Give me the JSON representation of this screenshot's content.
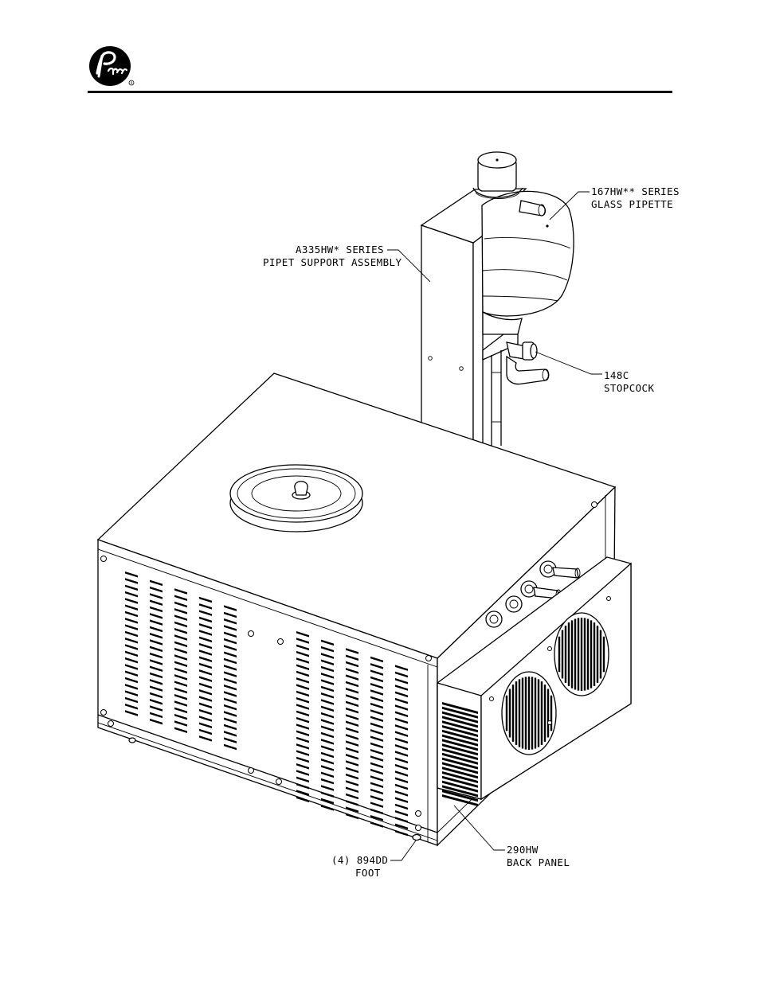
{
  "header": {
    "logo_text": "Parr"
  },
  "callouts": {
    "pipette": {
      "line1": "167HW** SERIES",
      "line2": "GLASS PIPETTE"
    },
    "support": {
      "line1": "A335HW* SERIES",
      "line2": "PIPET SUPPORT ASSEMBLY"
    },
    "stopcock": {
      "line1": "148C",
      "line2": "STOPCOCK"
    },
    "foot": {
      "line1": "(4) 894DD",
      "line2": "FOOT"
    },
    "back_panel": {
      "line1": "290HW",
      "line2": "BACK PANEL"
    }
  }
}
